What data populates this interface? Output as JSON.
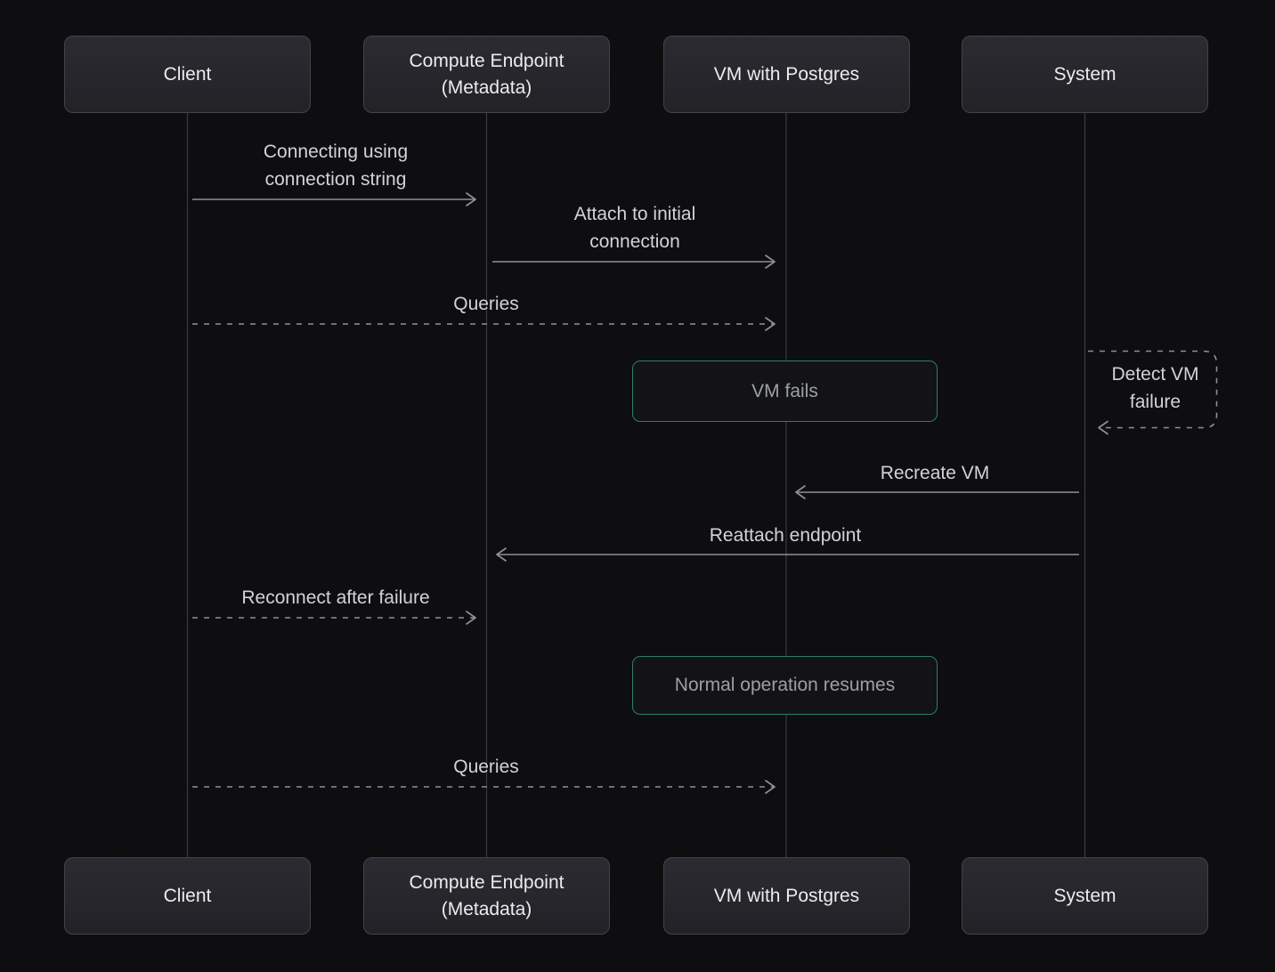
{
  "diagram": {
    "type": "sequence",
    "actors": [
      {
        "id": "client",
        "label": "Client"
      },
      {
        "id": "compute",
        "label": "Compute Endpoint (Metadata)"
      },
      {
        "id": "vm",
        "label": "VM with Postgres"
      },
      {
        "id": "system",
        "label": "System"
      }
    ],
    "messages": [
      {
        "label": "Connecting using connection string",
        "from": "Client",
        "to": "Compute Endpoint (Metadata)",
        "line": "solid"
      },
      {
        "label": "Attach to initial connection",
        "from": "Compute Endpoint (Metadata)",
        "to": "VM with Postgres",
        "line": "solid"
      },
      {
        "label": "Queries",
        "from": "Client",
        "to": "VM with Postgres",
        "line": "dashed"
      },
      {
        "label": "Recreate VM",
        "from": "System",
        "to": "VM with Postgres",
        "line": "solid"
      },
      {
        "label": "Reattach endpoint",
        "from": "System",
        "to": "Compute Endpoint (Metadata)",
        "line": "solid"
      },
      {
        "label": "Reconnect after failure",
        "from": "Client",
        "to": "Compute Endpoint (Metadata)",
        "line": "dashed"
      },
      {
        "label": "Queries",
        "from": "Client",
        "to": "VM with Postgres",
        "line": "dashed"
      }
    ],
    "notes": [
      {
        "label": "VM fails",
        "over": "VM with Postgres"
      },
      {
        "label": "Normal operation resumes",
        "over": "VM with Postgres"
      }
    ],
    "self_note": {
      "label": "Detect VM failure",
      "actor": "System",
      "line": "dashed"
    },
    "colors": {
      "background": "#0e0e10",
      "actor_fill": "#242429",
      "actor_border": "#424249",
      "actor_text": "#ebecee",
      "lifeline": "#3a3a41",
      "arrow": "#8f8f96",
      "message_text": "#d2d3d7",
      "note_border": "#2f7d62",
      "note_fill": "#131316",
      "note_text": "#9aa0a6"
    }
  }
}
